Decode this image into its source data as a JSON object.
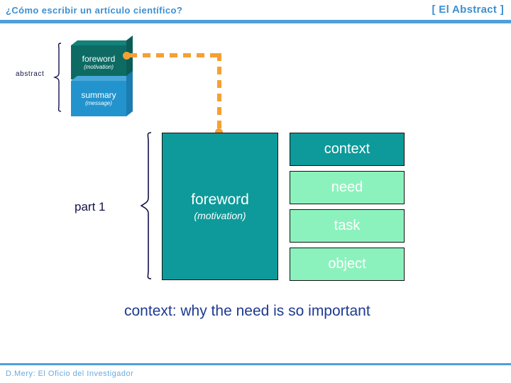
{
  "header": {
    "title": "¿Cómo escribir un artículo científico?",
    "section": "[ El Abstract ]",
    "rule_color": "#4f9fd8",
    "text_color": "#3d8fd0"
  },
  "footer": {
    "credit": "D.Mery: El Oficio del Investigador",
    "rule_color": "#4f9fd8",
    "text_color": "#6aaade"
  },
  "abstract_group": {
    "label": "abstract",
    "boxes": [
      {
        "id": "foreword-small",
        "title": "foreword",
        "subtitle": "(motivation)",
        "color": "#0d6b63"
      },
      {
        "id": "summary-small",
        "title": "summary",
        "subtitle": "(message)",
        "color": "#2393cd"
      }
    ]
  },
  "connector": {
    "color": "#f5a033",
    "style": "dashed-elbow",
    "from": "foreword-small",
    "to": "foreword-big"
  },
  "part1_group": {
    "label": "part 1",
    "main_box": {
      "id": "foreword-big",
      "title": "foreword",
      "subtitle": "(motivation)",
      "color": "#0e9a9a"
    },
    "components": [
      {
        "id": "context",
        "label": "context",
        "color": "#0e9a9a",
        "text_color": "#ffffff"
      },
      {
        "id": "need",
        "label": "need",
        "color": "#8cf2bd",
        "text_color": "#ffffff"
      },
      {
        "id": "task",
        "label": "task",
        "color": "#8cf2bd",
        "text_color": "#ffffff"
      },
      {
        "id": "object",
        "label": "object",
        "color": "#8cf2bd",
        "text_color": "#ffffff"
      }
    ]
  },
  "caption": {
    "text": "context: why the need is so important",
    "color": "#1d3a8f"
  }
}
